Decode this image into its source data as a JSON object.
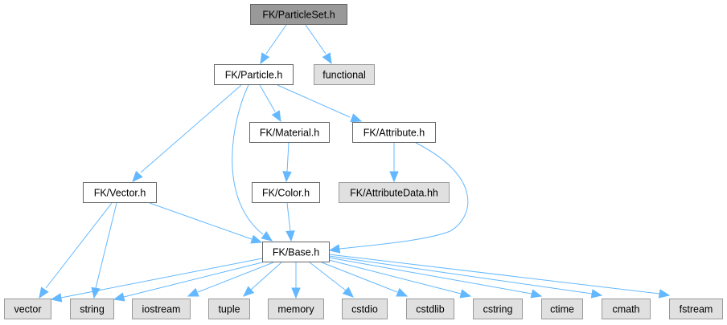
{
  "diagram": {
    "type": "include-dependency-graph",
    "colors": {
      "edge": "#63b8ff",
      "root_fill": "#999999",
      "root_border": "#666666",
      "internal_fill": "#ffffff",
      "internal_border": "#666666",
      "external_fill": "#e0e0e0",
      "external_border": "#999999"
    },
    "nodes": [
      {
        "id": "particleset",
        "label": "FK/ParticleSet.h",
        "kind": "root"
      },
      {
        "id": "particle",
        "label": "FK/Particle.h",
        "kind": "internal"
      },
      {
        "id": "functional",
        "label": "functional",
        "kind": "external"
      },
      {
        "id": "material",
        "label": "FK/Material.h",
        "kind": "internal"
      },
      {
        "id": "attribute",
        "label": "FK/Attribute.h",
        "kind": "internal"
      },
      {
        "id": "vector_h",
        "label": "FK/Vector.h",
        "kind": "internal"
      },
      {
        "id": "color",
        "label": "FK/Color.h",
        "kind": "internal"
      },
      {
        "id": "attributedata",
        "label": "FK/AttributeData.hh",
        "kind": "external"
      },
      {
        "id": "base",
        "label": "FK/Base.h",
        "kind": "internal"
      },
      {
        "id": "vector",
        "label": "vector",
        "kind": "external"
      },
      {
        "id": "string",
        "label": "string",
        "kind": "external"
      },
      {
        "id": "iostream",
        "label": "iostream",
        "kind": "external"
      },
      {
        "id": "tuple",
        "label": "tuple",
        "kind": "external"
      },
      {
        "id": "memory",
        "label": "memory",
        "kind": "external"
      },
      {
        "id": "cstdio",
        "label": "cstdio",
        "kind": "external"
      },
      {
        "id": "cstdlib",
        "label": "cstdlib",
        "kind": "external"
      },
      {
        "id": "cstring",
        "label": "cstring",
        "kind": "external"
      },
      {
        "id": "ctime",
        "label": "ctime",
        "kind": "external"
      },
      {
        "id": "cmath",
        "label": "cmath",
        "kind": "external"
      },
      {
        "id": "fstream",
        "label": "fstream",
        "kind": "external"
      }
    ],
    "edges": [
      {
        "from": "particleset",
        "to": "particle"
      },
      {
        "from": "particleset",
        "to": "functional"
      },
      {
        "from": "particle",
        "to": "vector_h"
      },
      {
        "from": "particle",
        "to": "base"
      },
      {
        "from": "particle",
        "to": "material"
      },
      {
        "from": "particle",
        "to": "attribute"
      },
      {
        "from": "material",
        "to": "color"
      },
      {
        "from": "attribute",
        "to": "attributedata"
      },
      {
        "from": "attribute",
        "to": "base"
      },
      {
        "from": "vector_h",
        "to": "vector"
      },
      {
        "from": "vector_h",
        "to": "string"
      },
      {
        "from": "vector_h",
        "to": "base"
      },
      {
        "from": "color",
        "to": "base"
      },
      {
        "from": "base",
        "to": "vector"
      },
      {
        "from": "base",
        "to": "string"
      },
      {
        "from": "base",
        "to": "iostream"
      },
      {
        "from": "base",
        "to": "tuple"
      },
      {
        "from": "base",
        "to": "memory"
      },
      {
        "from": "base",
        "to": "cstdio"
      },
      {
        "from": "base",
        "to": "cstdlib"
      },
      {
        "from": "base",
        "to": "cstring"
      },
      {
        "from": "base",
        "to": "ctime"
      },
      {
        "from": "base",
        "to": "cmath"
      },
      {
        "from": "base",
        "to": "fstream"
      }
    ]
  }
}
